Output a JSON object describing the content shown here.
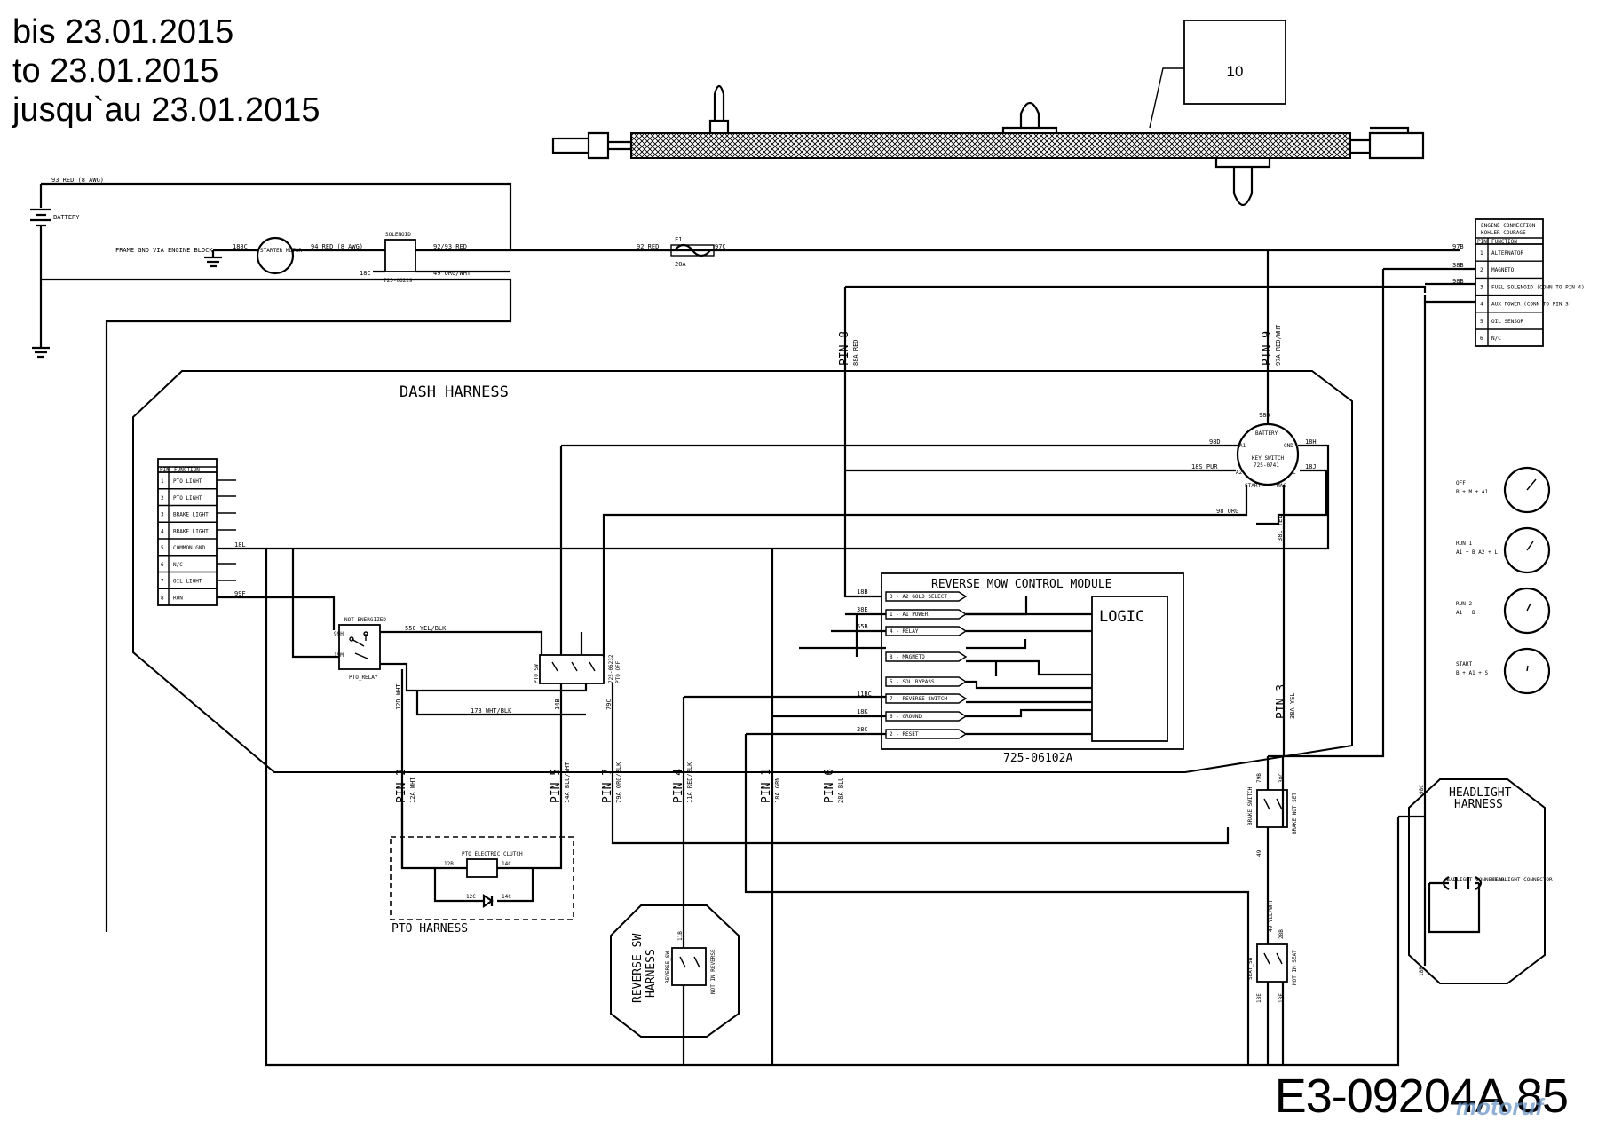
{
  "header": {
    "date_de": "bis 23.01.2015",
    "date_en": "to 23.01.2015",
    "date_fr": "jusqu`au 23.01.2015"
  },
  "part_callout": "10",
  "drawing_code": "E3-09204A 85",
  "watermark": "motoruf",
  "harness_labels": {
    "dash": "DASH HARNESS",
    "pto": "PTO HARNESS",
    "reverse_a": "REVERSE SW",
    "reverse_b": "HARNESS",
    "headlight_a": "HEADLIGHT",
    "headlight_b": "HARNESS"
  },
  "module": {
    "title": "REVERSE MOW CONTROL MODULE",
    "logic": "LOGIC",
    "part_no": "725-06102A",
    "pins": [
      "3 - A2 GOLD SELECT",
      "1 - A1 POWER",
      "4 - RELAY",
      "8 - MAGNETO",
      "5 - SOL BYPASS",
      "7 - REVERSE SWITCH",
      "6 - GROUND",
      "2 - RESET"
    ],
    "wires": [
      "18B",
      "38E",
      "55B",
      "",
      "",
      "11BC",
      "18K",
      "28C"
    ]
  },
  "engine_table": {
    "title_a": "ENGINE CONNECTION",
    "title_b": "KOHLER COURAGE",
    "head_pin": "PIN",
    "head_fn": "FUNCTION",
    "rows": [
      {
        "pin": "1",
        "fn": "ALTERNATOR"
      },
      {
        "pin": "2",
        "fn": "MAGNETO"
      },
      {
        "pin": "3",
        "fn": "FUEL SOLENOID (CONN TO PIN 4)"
      },
      {
        "pin": "4",
        "fn": "AUX POWER (CONN TO PIN 3)"
      },
      {
        "pin": "5",
        "fn": "OIL SENSOR"
      },
      {
        "pin": "6",
        "fn": "N/C"
      }
    ]
  },
  "dash_table": {
    "head_pin": "PIN",
    "head_fn": "FUNCTION",
    "rows": [
      {
        "pin": "1",
        "fn": "PTO LIGHT"
      },
      {
        "pin": "2",
        "fn": "PTO LIGHT"
      },
      {
        "pin": "3",
        "fn": "BRAKE LIGHT"
      },
      {
        "pin": "4",
        "fn": "BRAKE LIGHT"
      },
      {
        "pin": "5",
        "fn": "COMMON GND"
      },
      {
        "pin": "6",
        "fn": "N/C"
      },
      {
        "pin": "7",
        "fn": "OIL LIGHT"
      },
      {
        "pin": "8",
        "fn": "RUN"
      }
    ]
  },
  "key_positions": [
    {
      "name": "OFF",
      "combo": "B + M + A1"
    },
    {
      "name": "RUN 1",
      "combo": "A1 + B  A2 + L"
    },
    {
      "name": "RUN 2",
      "combo": "A1 + B"
    },
    {
      "name": "START",
      "combo": "B + A1 + S"
    }
  ],
  "pins": {
    "p8": "PIN 8",
    "p9": "PIN 9",
    "p3": "PIN 3",
    "p2": "PIN 2",
    "p5": "PIN 5",
    "p7": "PIN 7",
    "p4": "PIN 4",
    "p1": "PIN 1",
    "p6": "PIN 6"
  },
  "wire_labels": {
    "w93": "93 RED (8 AWG)",
    "battery": "BATTERY",
    "frame_gnd": "FRAME GND VIA ENGINE BLOCK",
    "starter": "STARTER MOTOR",
    "w94": "94 RED (8 AWG)",
    "w1880": "188C",
    "solenoid": "SOLENOID",
    "w9293": "92/93 RED",
    "w18c": "18C",
    "w49": "49 ORG/WHT",
    "sol_part": "725-06229",
    "w92": "92 RED",
    "fuse": "F1",
    "fuse_a": "20A",
    "w97c": "97C",
    "w97b": "97B",
    "w38b": "38B",
    "w98b": "98B",
    "w88a": "88A RED",
    "w97a": "97A RED/WHT",
    "key_title": "KEY SWITCH",
    "key_part": "725-0741",
    "w98d": "98D",
    "w18h": "18H",
    "w18pur": "18S PUR",
    "w18j": "18J",
    "w98org": "98 ORG",
    "w38yel": "38C YEL",
    "w18l": "18L",
    "w99f": "99F",
    "not_energized": "NOT ENERGIZED",
    "w99h": "99H",
    "w55c": "55C YEL/BLK",
    "w15m": "15M",
    "pto_relay": "PTO_RELAY",
    "w12d": "12D WHT",
    "w17b": "17B WHT/BLK",
    "w14b": "14B",
    "pto_sw": "PTO SW",
    "pto_part": "725-06232",
    "pto_off": "PTO OFF",
    "w79c": "79C",
    "w12a": "12A WHT",
    "w14a": "14A BLU/WHT",
    "w79a": "79A ORG/BLK",
    "w11a": "11A RED/BLK",
    "w18a": "18A GRN",
    "w28a": "28A BLU",
    "w38a": "38A YEL",
    "clutch": "PTO ELECTRIC CLUTCH",
    "w12b": "12B",
    "w14c": "14C",
    "w12c": "12C",
    "w14cc": "14C",
    "rev_sw": "REVERSE_SW",
    "not_rev": "NOT IN REVERSE",
    "w11b": "11B",
    "brake_sw": "BRAKE SWITCH",
    "brake_not": "BRAKE NOT SET",
    "w79b": "79B",
    "w38c": "38C",
    "w49b": "49",
    "seat_sw": "SEAT_SW",
    "not_seat": "NOT IN SEAT",
    "w49w": "49 YEL/WHT",
    "w28b": "28B",
    "w18e": "18E",
    "w18f": "18F",
    "w98c": "98C",
    "w18b2": "18B",
    "hl_a": "HEADLIGHT CONNECTOR",
    "hl_b": "HEADLIGHT CONNECTOR"
  }
}
